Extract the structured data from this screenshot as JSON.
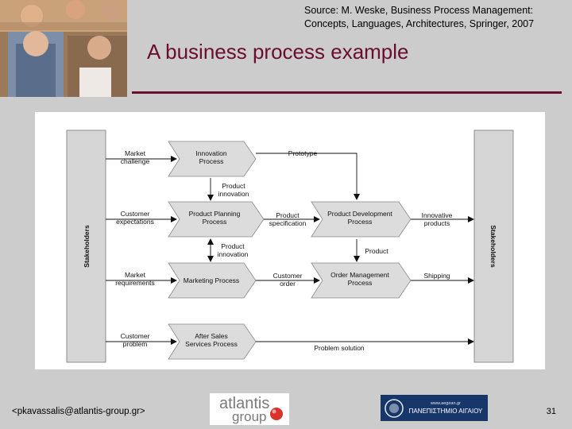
{
  "header": {
    "source_line1": "Source: M. Weske, Business Process Management:",
    "source_line2": "Concepts, Languages, Architectures, Springer, 2007",
    "title": "A business process example"
  },
  "diagram": {
    "left_lane": "Stakeholders",
    "right_lane": "Stakeholders",
    "inputs": [
      [
        "Market",
        "challenge"
      ],
      [
        "Customer",
        "expectations"
      ],
      [
        "Market",
        "requirements"
      ],
      [
        "Customer",
        "problem"
      ]
    ],
    "processes": [
      [
        "Innovation",
        "Process"
      ],
      [
        "Product Planning",
        "Process"
      ],
      [
        "Marketing Process"
      ],
      [
        "After Sales",
        "Services Process"
      ],
      [
        "Product Development",
        "Process"
      ],
      [
        "Order Management",
        "Process"
      ]
    ],
    "flows": {
      "prototype": [
        "Prototype"
      ],
      "product_innovation_1": [
        "Product",
        "innovation"
      ],
      "product_innovation_2": [
        "Product",
        "innovation"
      ],
      "product_specification": [
        "Product",
        "specification"
      ],
      "customer_order": [
        "Customer",
        "order"
      ],
      "product": [
        "Product"
      ],
      "innovative_products": [
        "Innovative",
        "products"
      ],
      "shipping": [
        "Shipping"
      ],
      "problem_solution": [
        "Problem solution"
      ]
    }
  },
  "footer": {
    "email": "<pkavassalis@atlantis-group.gr>",
    "logo1_line1": "atlantis",
    "logo1_line2": "group",
    "logo2_line1": "www.aegean.gr",
    "logo2_line2": "ΠΑΝΕΠΙΣΤΗΜΙΟ ΑΙΓΑΙΟΥ",
    "page_number": "31"
  }
}
